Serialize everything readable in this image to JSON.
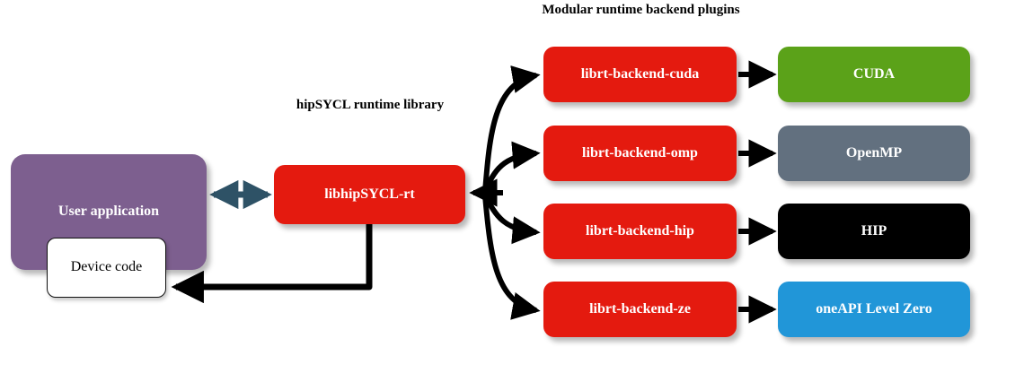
{
  "captions": {
    "plugins": "Modular runtime backend plugins",
    "runtime": "hipSYCL runtime library"
  },
  "nodes": {
    "user_application": {
      "label": "User application",
      "color": "#7d5f8f",
      "text_color": "#ffffff"
    },
    "device_code": {
      "label": "Device code",
      "color": "#ffffff",
      "text_color": "#000000"
    },
    "libhipsycl_rt": {
      "label": "libhipSYCL-rt",
      "color": "#e41a0f",
      "text_color": "#ffffff"
    }
  },
  "plugins": [
    {
      "label": "librt-backend-cuda",
      "color": "#e41a0f",
      "text_color": "#ffffff"
    },
    {
      "label": "librt-backend-omp",
      "color": "#e41a0f",
      "text_color": "#ffffff"
    },
    {
      "label": "librt-backend-hip",
      "color": "#e41a0f",
      "text_color": "#ffffff"
    },
    {
      "label": "librt-backend-ze",
      "color": "#e41a0f",
      "text_color": "#ffffff"
    }
  ],
  "backends": [
    {
      "label": "CUDA",
      "color": "#5ba219",
      "text_color": "#ffffff"
    },
    {
      "label": "OpenMP",
      "color": "#62707f",
      "text_color": "#ffffff"
    },
    {
      "label": "HIP",
      "color": "#000000",
      "text_color": "#ffffff"
    },
    {
      "label": "oneAPI Level Zero",
      "color": "#2196d8",
      "text_color": "#ffffff"
    }
  ],
  "connectors": {
    "app_runtime_color": "#2e5266",
    "arrow_color": "#000000"
  }
}
